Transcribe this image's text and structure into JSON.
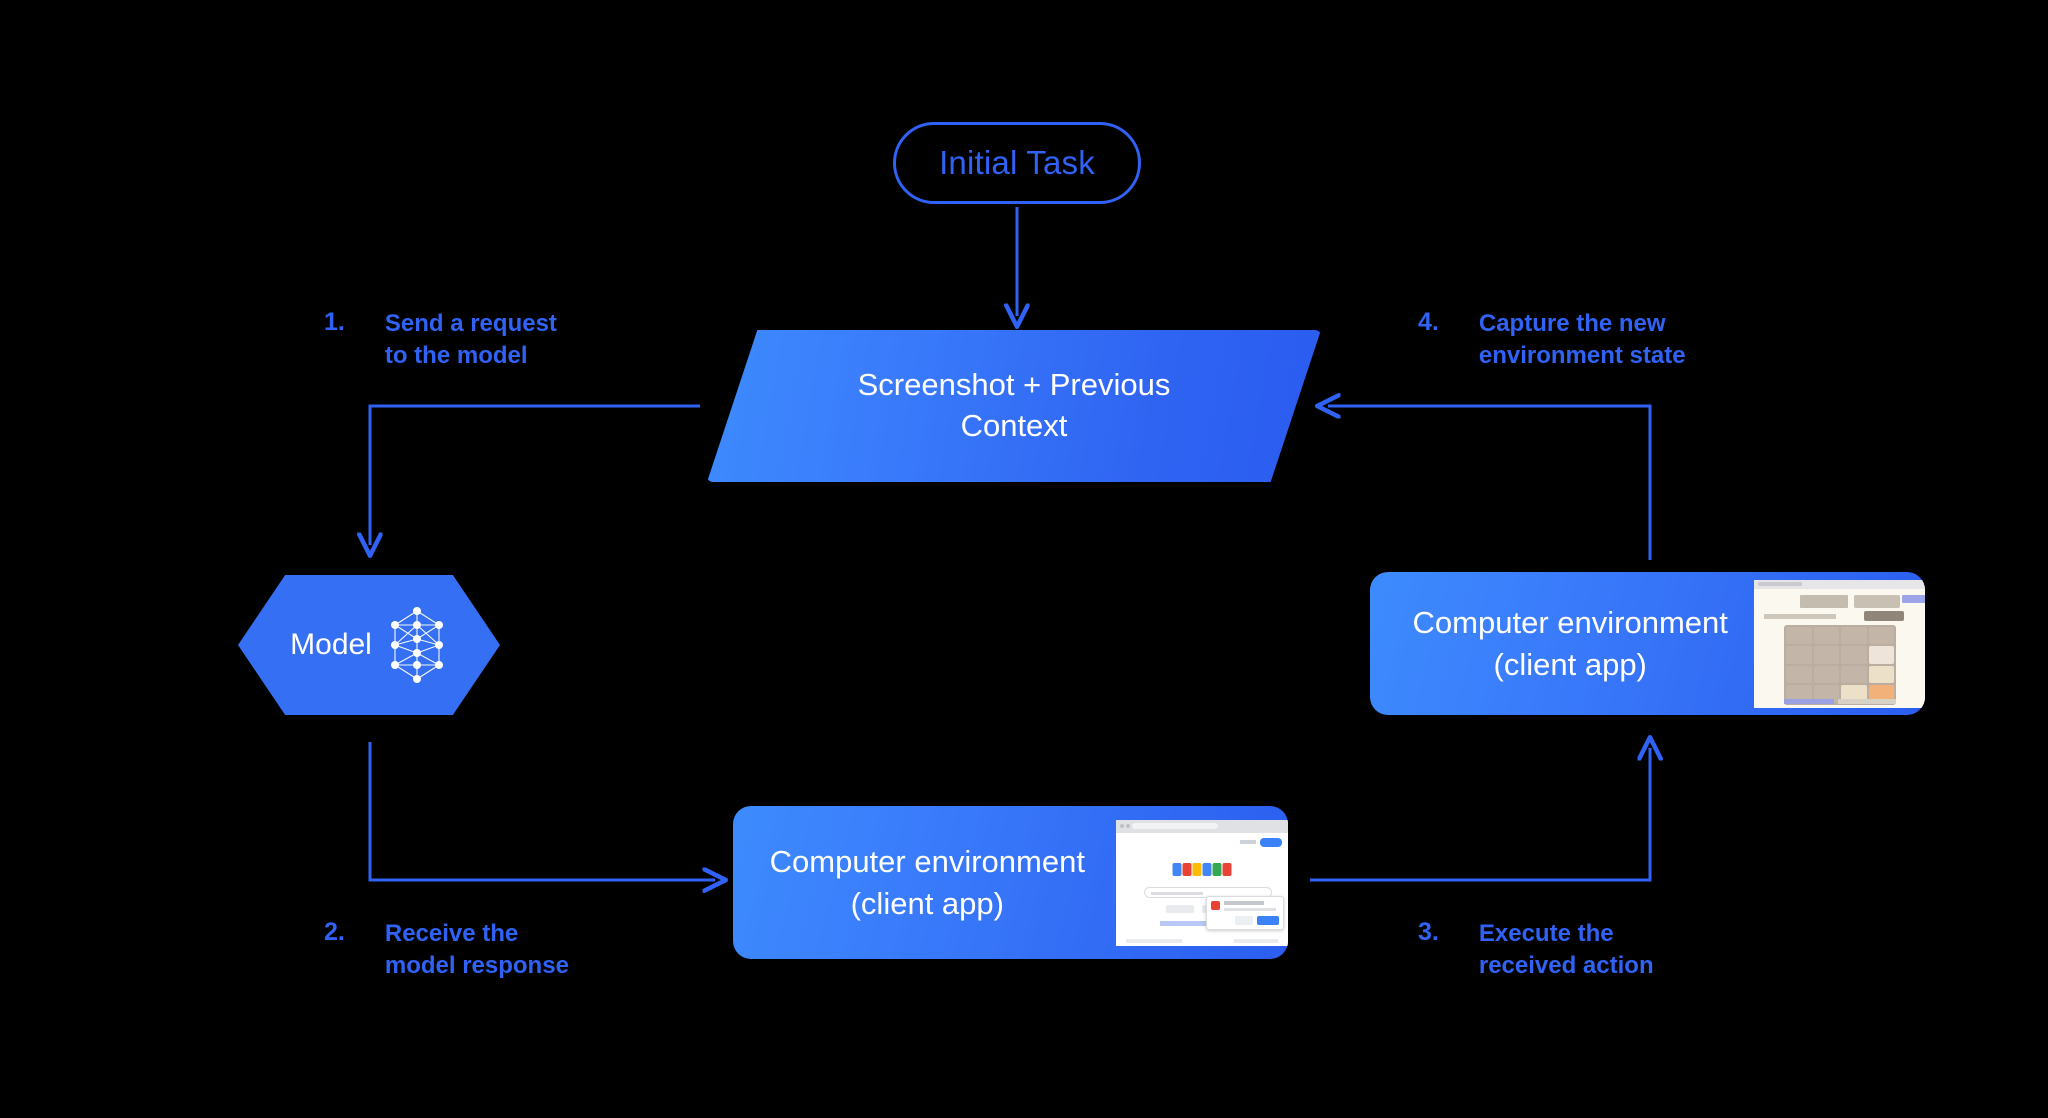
{
  "diagram": {
    "title_node": {
      "label": "Initial Task"
    },
    "context_node": {
      "label_line1": "Screenshot + Previous",
      "label_line2": "Context"
    },
    "model_node": {
      "label": "Model",
      "icon": "neural-network-icon"
    },
    "env_right": {
      "label_line1": "Computer environment",
      "label_line2": "(client app)",
      "thumbnail": "2048-game-screenshot"
    },
    "env_bottom": {
      "label_line1": "Computer environment",
      "label_line2": "(client app)",
      "thumbnail": "google-search-screenshot"
    },
    "steps": [
      {
        "number": "1.",
        "line1": "Send a request",
        "line2": "to the model"
      },
      {
        "number": "2.",
        "line1": "Receive the",
        "line2": "model response"
      },
      {
        "number": "3.",
        "line1": "Execute the",
        "line2": "received action"
      },
      {
        "number": "4.",
        "line1": "Capture the new",
        "line2": "environment state"
      }
    ],
    "colors": {
      "background": "#000000",
      "accent_blue": "#2f62f5",
      "arrow_blue": "#2f62f5",
      "node_gradient_start": "#3d8bfd",
      "node_gradient_end": "#2a5cf0",
      "hexagon_fill": "#3570f4",
      "text_on_node": "#ffffff"
    }
  }
}
